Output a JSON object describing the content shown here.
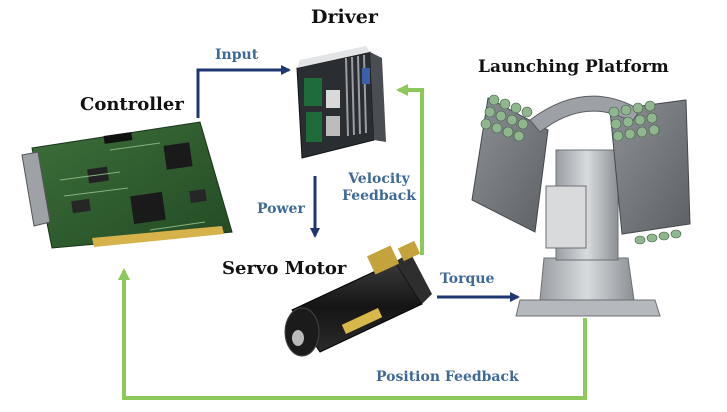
{
  "components": {
    "driver": "Driver",
    "controller": "Controller",
    "launching_platform": "Launching Platform",
    "servo_motor": "Servo Motor"
  },
  "signals": {
    "input": "Input",
    "power": "Power",
    "velocity_feedback_line1": "Velocity",
    "velocity_feedback_line2": "Feedback",
    "torque": "Torque",
    "position_feedback": "Position Feedback"
  },
  "colors": {
    "forward_arrow": "#1f3770",
    "feedback_arrow": "#8dc85a",
    "label_text": "#3f6996",
    "title_text": "#111111"
  }
}
